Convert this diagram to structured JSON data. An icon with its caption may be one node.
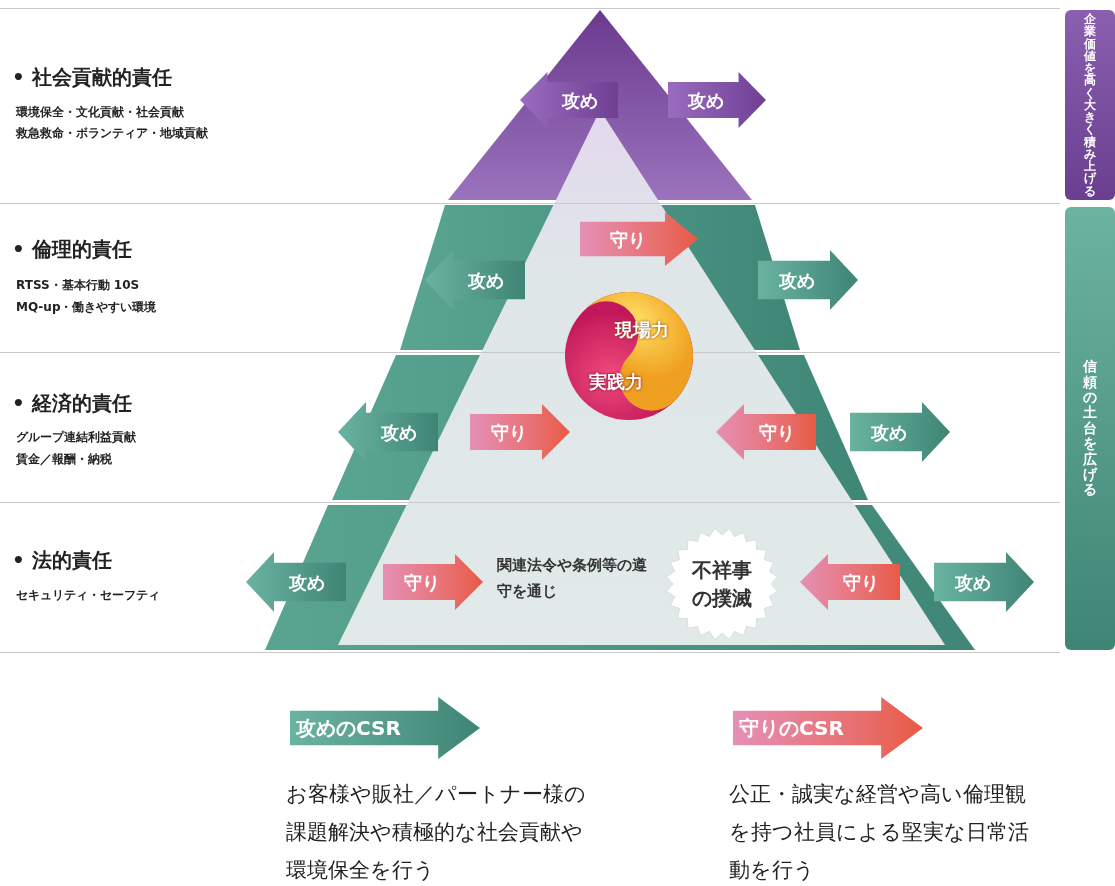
{
  "diagram": {
    "nodes": [
      {
        "text": [
          "攻め"
        ]
      },
      {
        "text": [
          "攻め"
        ]
      },
      {
        "text": [
          "守り"
        ]
      },
      {
        "text": [
          "攻め"
        ]
      },
      {
        "text": [
          "攻め"
        ]
      },
      {
        "text": [
          "現場力",
          "実践力"
        ]
      },
      {
        "text": [
          "攻め"
        ]
      },
      {
        "text": [
          "守り"
        ]
      },
      {
        "text": [
          "守り"
        ]
      },
      {
        "text": [
          "攻め"
        ]
      },
      {
        "text": [
          "攻め"
        ]
      },
      {
        "text": [
          "守り"
        ]
      },
      {
        "text": [
          "不祥事の撲滅"
        ]
      },
      {
        "text": [
          "守り"
        ]
      },
      {
        "text": [
          "攻め"
        ]
      },
      {
        "text": [
          "企業価値を高く大きく積み上げる"
        ]
      },
      {
        "text": [
          "信頼の土台を広げる"
        ]
      },
      {
        "text": [
          "攻めのCSR"
        ],
        "beside": [
          "お客様や販社／パートナー様の課題解決や積極的な社会貢献や環境保全を行う"
        ]
      },
      {
        "text": [
          "守りのCSR"
        ],
        "beside": [
          "公正・誠実な経営や高い倫理観を持つ社員による堅実な日常活動を行う"
        ]
      }
    ],
    "labels": [
      "• 社会貢献的責任",
      "環境保全・文化貢献・社会貢献",
      "救急救命・ボランティア・地域貢献",
      "• 倫理的責任",
      "RTSS・基本行動 10S",
      "MQ-up・働きやすい環境",
      "• 経済的責任",
      "グループ連結利益貢献",
      "賃金／報酬・納税",
      "• 法的責任",
      "セキュリティ・セーフティ",
      "関連法令や条例等の遵守を通じ"
    ]
  }
}
